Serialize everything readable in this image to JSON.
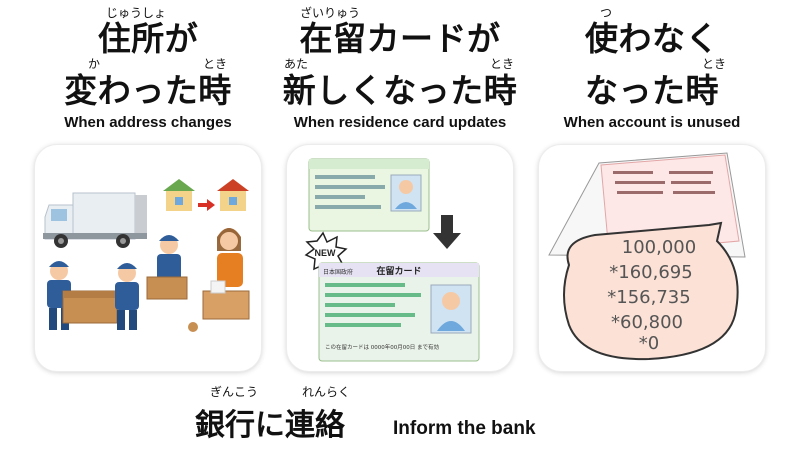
{
  "panels": [
    {
      "ruby_a": "じゅうしょ",
      "title_line1": "住所が",
      "ruby_b": "か",
      "ruby_c": "とき",
      "title_line2": "変わった時",
      "english": "When address changes"
    },
    {
      "ruby_a": "ざいりゅう",
      "title_line1": "在留カードが",
      "ruby_b": "あた",
      "ruby_c": "とき",
      "title_line2": "新しくなった時",
      "english": "When residence card updates",
      "new_badge": "NEW",
      "card_header": "在留カード",
      "card_country": "日本国政府",
      "card_footer": "この在留カードは 0000年00月00日 まで有効"
    },
    {
      "ruby_a": "つ",
      "title_line1": "使わなく",
      "ruby_c": "とき",
      "title_line2": "なった時",
      "english": "When account is unused",
      "bubble_values": [
        "100,000",
        "*160,695",
        "*156,735",
        "*60,800",
        "*0"
      ]
    }
  ],
  "footer": {
    "ruby_a": "ぎんこう",
    "ruby_b": "れんらく",
    "title": "銀行に連絡",
    "english": "Inform the bank"
  }
}
